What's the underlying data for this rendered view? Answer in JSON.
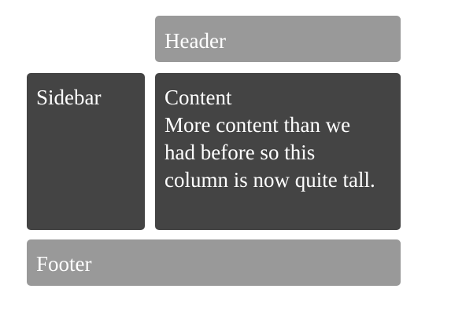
{
  "header": {
    "label": "Header"
  },
  "sidebar": {
    "label": "Sidebar"
  },
  "content": {
    "title": "Content",
    "body": "More content than we had before so this column is now quite tall."
  },
  "footer": {
    "label": "Footer"
  },
  "colors": {
    "light_panel": "#999999",
    "dark_panel": "#444444",
    "text": "#ffffff",
    "background": "#ffffff"
  }
}
